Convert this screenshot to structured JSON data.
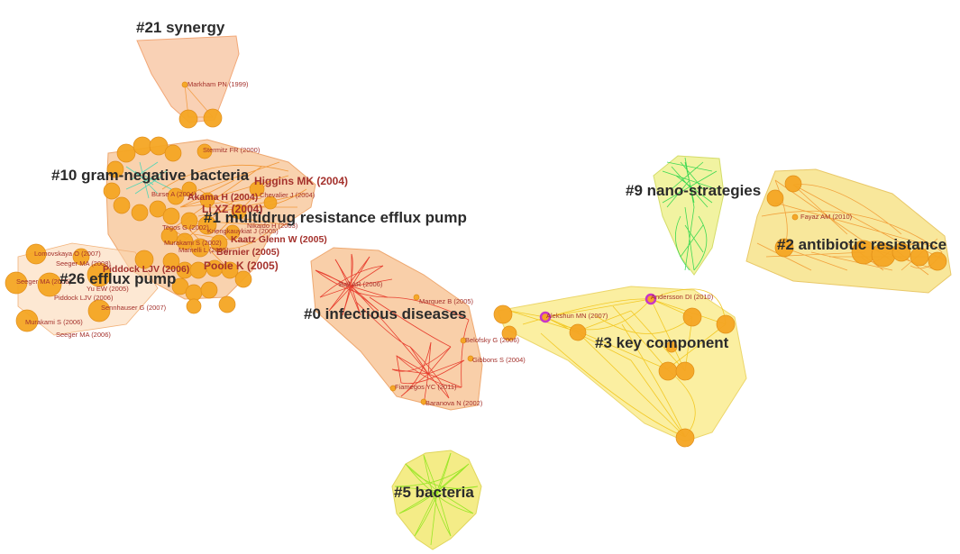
{
  "clusters": [
    {
      "id": "c21",
      "label": "#21 synergy",
      "color": "#f7b48a"
    },
    {
      "id": "c10",
      "label": "#10 gram-negative bacteria",
      "color": "#f7c08a"
    },
    {
      "id": "c1",
      "label": "#1 multidrug resistance efflux pump",
      "color": "#f7c08a"
    },
    {
      "id": "c26",
      "label": "#26 efflux pump",
      "color": "#f7c08a"
    },
    {
      "id": "c0",
      "label": "#0 infectious diseases",
      "color": "#f7c08a"
    },
    {
      "id": "c9",
      "label": "#9 nano-strategies",
      "color": "#e8f07a"
    },
    {
      "id": "c2",
      "label": "#2 antibiotic resistance",
      "color": "#f5d77a"
    },
    {
      "id": "c3",
      "label": "#3 key component",
      "color": "#faeb8a"
    },
    {
      "id": "c5",
      "label": "#5 bacteria",
      "color": "#f3e97a"
    }
  ],
  "references": [
    "Markham PN (1999)",
    "Stermitz FR (2000)",
    "Higgins MK (2004)",
    "Chevalier J (2004)",
    "Burse A (2004)",
    "Akama H (2004)",
    "Li XZ (2004)",
    "Nikaido H (2003)",
    "Tegos G (2002)",
    "Kriengkauykiat J (2005)",
    "Kaatz Glenn W (2005)",
    "Murakami S (2002)",
    "Mamelli L (2005)",
    "Bernier (2005)",
    "Lomovskaya O (2007)",
    "Seeger MA (2008)",
    "Piddock LJV (2006)",
    "Poole K (2005)",
    "Seeger MA (2006)",
    "Yu EW (2005)",
    "Piddock LJV (2006)",
    "Sennhauser G (2007)",
    "Murakami S (2006)",
    "Seeger MA (2006)",
    "Ball AR (2006)",
    "Marquez B (2005)",
    "Belofsky G (2006)",
    "Gibbons S (2004)",
    "Fiamegos YC (2011)",
    "Baranova N (2002)",
    "Fayaz AM (2010)",
    "Andersson DI (2010)",
    "Alekshun MN (2007)"
  ],
  "colors": {
    "node": "#f5a623",
    "node_stroke": "#e08a10",
    "red_links": "#e4261a",
    "orange_links": "#f08a1c",
    "yellow_links": "#f2c417",
    "green_links": "#2bd64a",
    "lime_links": "#8ee61a",
    "highlight_ring": "#c836c8"
  }
}
